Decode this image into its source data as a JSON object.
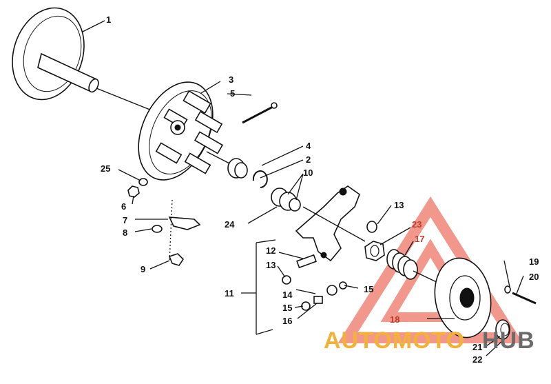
{
  "callouts": {
    "c1": "1",
    "c2": "2",
    "c3": "3",
    "c4": "4",
    "c5": "5",
    "c6": "6",
    "c7": "7",
    "c8": "8",
    "c9": "9",
    "c10": "10",
    "c11": "11",
    "c12": "12",
    "c13a": "13",
    "c13b": "13",
    "c14": "14",
    "c15a": "15",
    "c15b": "15",
    "c16": "16",
    "c17": "17",
    "c18": "18",
    "c19": "19",
    "c20": "20",
    "c21": "21",
    "c22": "22",
    "c23": "23",
    "c24": "24",
    "c25": "25"
  },
  "watermark": {
    "part1": "AUTOMOTO",
    "part2": "HUB",
    "color_primary": "#e8432e",
    "color_secondary": "#f2b23a",
    "color_tail": "#6b6b6b"
  }
}
